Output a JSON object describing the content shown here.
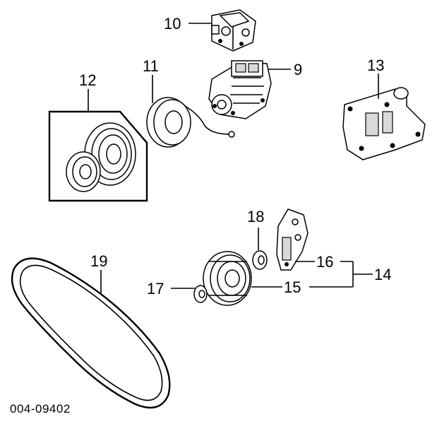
{
  "callouts": {
    "c9": "9",
    "c10": "10",
    "c11": "11",
    "c12": "12",
    "c13": "13",
    "c14": "14",
    "c15": "15",
    "c16": "16",
    "c17": "17",
    "c18": "18",
    "c19": "19"
  },
  "caption": "004-09402"
}
